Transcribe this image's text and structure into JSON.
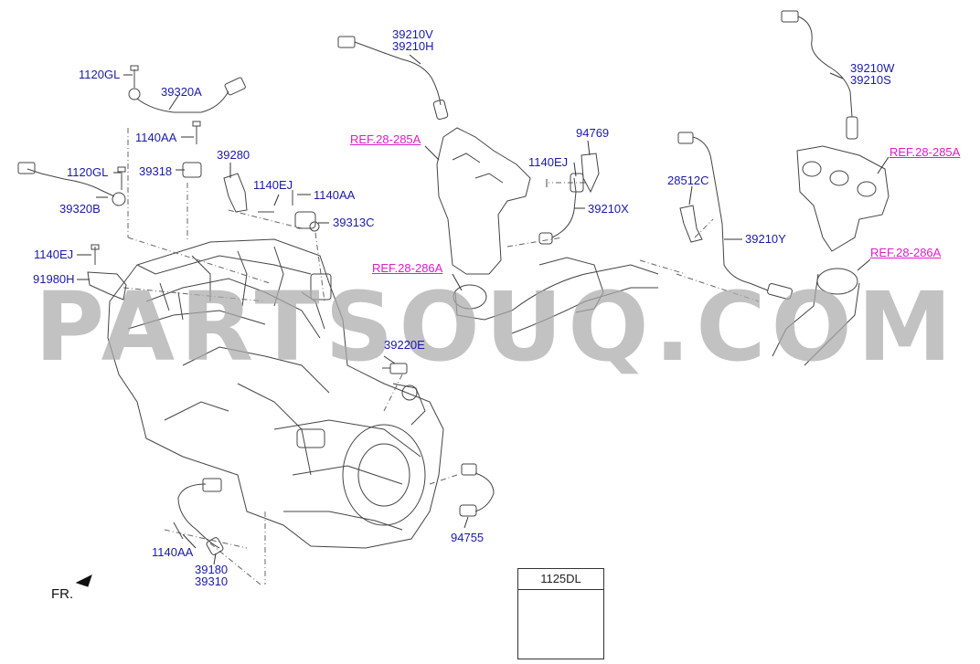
{
  "labels": {
    "l_1120gl_top": "1120GL",
    "l_39320a": "39320A",
    "l_1140aa_a": "1140AA",
    "l_39318": "39318",
    "l_39280": "39280",
    "l_1120gl_mid": "1120GL",
    "l_1140ej_a": "1140EJ",
    "l_1140aa_b": "1140AA",
    "l_39320b": "39320B",
    "l_39313c": "39313C",
    "l_1140ej_b": "1140EJ",
    "l_91980h": "91980H",
    "l_39210v": "39210V",
    "l_39210h": "39210H",
    "l_94769": "94769",
    "l_1140ej_c": "1140EJ",
    "l_39210x": "39210X",
    "l_39210w": "39210W",
    "l_39210s": "39210S",
    "l_28512c": "28512C",
    "l_39210y": "39210Y",
    "l_39220e": "39220E",
    "l_94755": "94755",
    "l_1140aa_c": "1140AA",
    "l_39180": "39180",
    "l_39310": "39310"
  },
  "refs": {
    "ref_285a_left": "REF.28-285A",
    "ref_286a_left": "REF.28-286A",
    "ref_285a_right": "REF.28-285A",
    "ref_286a_right": "REF.28-286A"
  },
  "direction_label": "FR.",
  "watermark": "PARTSOUQ.COM",
  "legend_box": {
    "part": "1125DL"
  },
  "colors": {
    "label": "#1a1aa8",
    "reference": "#e01cc8",
    "line": "#333333"
  }
}
